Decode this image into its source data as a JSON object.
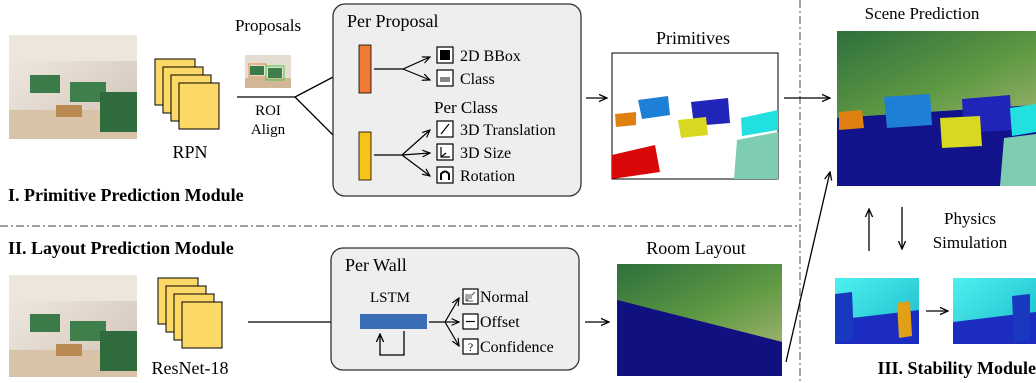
{
  "colors": {
    "accent_orange": "#f07a32",
    "accent_yellow": "#f5c31a",
    "lstm_blue": "#3a6fb8",
    "panel_fill": "#eeeeee"
  },
  "section_titles": {
    "primitive": "I. Primitive Prediction Module",
    "layout": "II. Layout Prediction Module",
    "stability": "III. Stability Module"
  },
  "primitive": {
    "rpn_label": "RPN",
    "proposals_label": "Proposals",
    "roi_line1": "ROI",
    "roi_line2": "Align",
    "panel_title": "Per Proposal",
    "outputs_a": [
      {
        "icon": "bbox-icon",
        "label": "2D BBox"
      },
      {
        "icon": "class-icon",
        "label": "Class"
      }
    ],
    "per_class_label": "Per Class",
    "outputs_b": [
      {
        "icon": "translation-icon",
        "label": "3D Translation"
      },
      {
        "icon": "size-icon",
        "label": "3D Size"
      },
      {
        "icon": "rotation-icon",
        "label": "Rotation"
      }
    ],
    "result_label": "Primitives"
  },
  "layout": {
    "backbone_label": "ResNet-18",
    "panel_title": "Per Wall",
    "lstm_label": "LSTM",
    "outputs": [
      {
        "icon": "normal-icon",
        "label": "Normal"
      },
      {
        "icon": "offset-icon",
        "label": "Offset"
      },
      {
        "icon": "confidence-icon",
        "label": "Confidence"
      }
    ],
    "result_label": "Room Layout"
  },
  "scene": {
    "prediction_label": "Scene Prediction",
    "physics_line1": "Physics",
    "physics_line2": "Simulation"
  }
}
